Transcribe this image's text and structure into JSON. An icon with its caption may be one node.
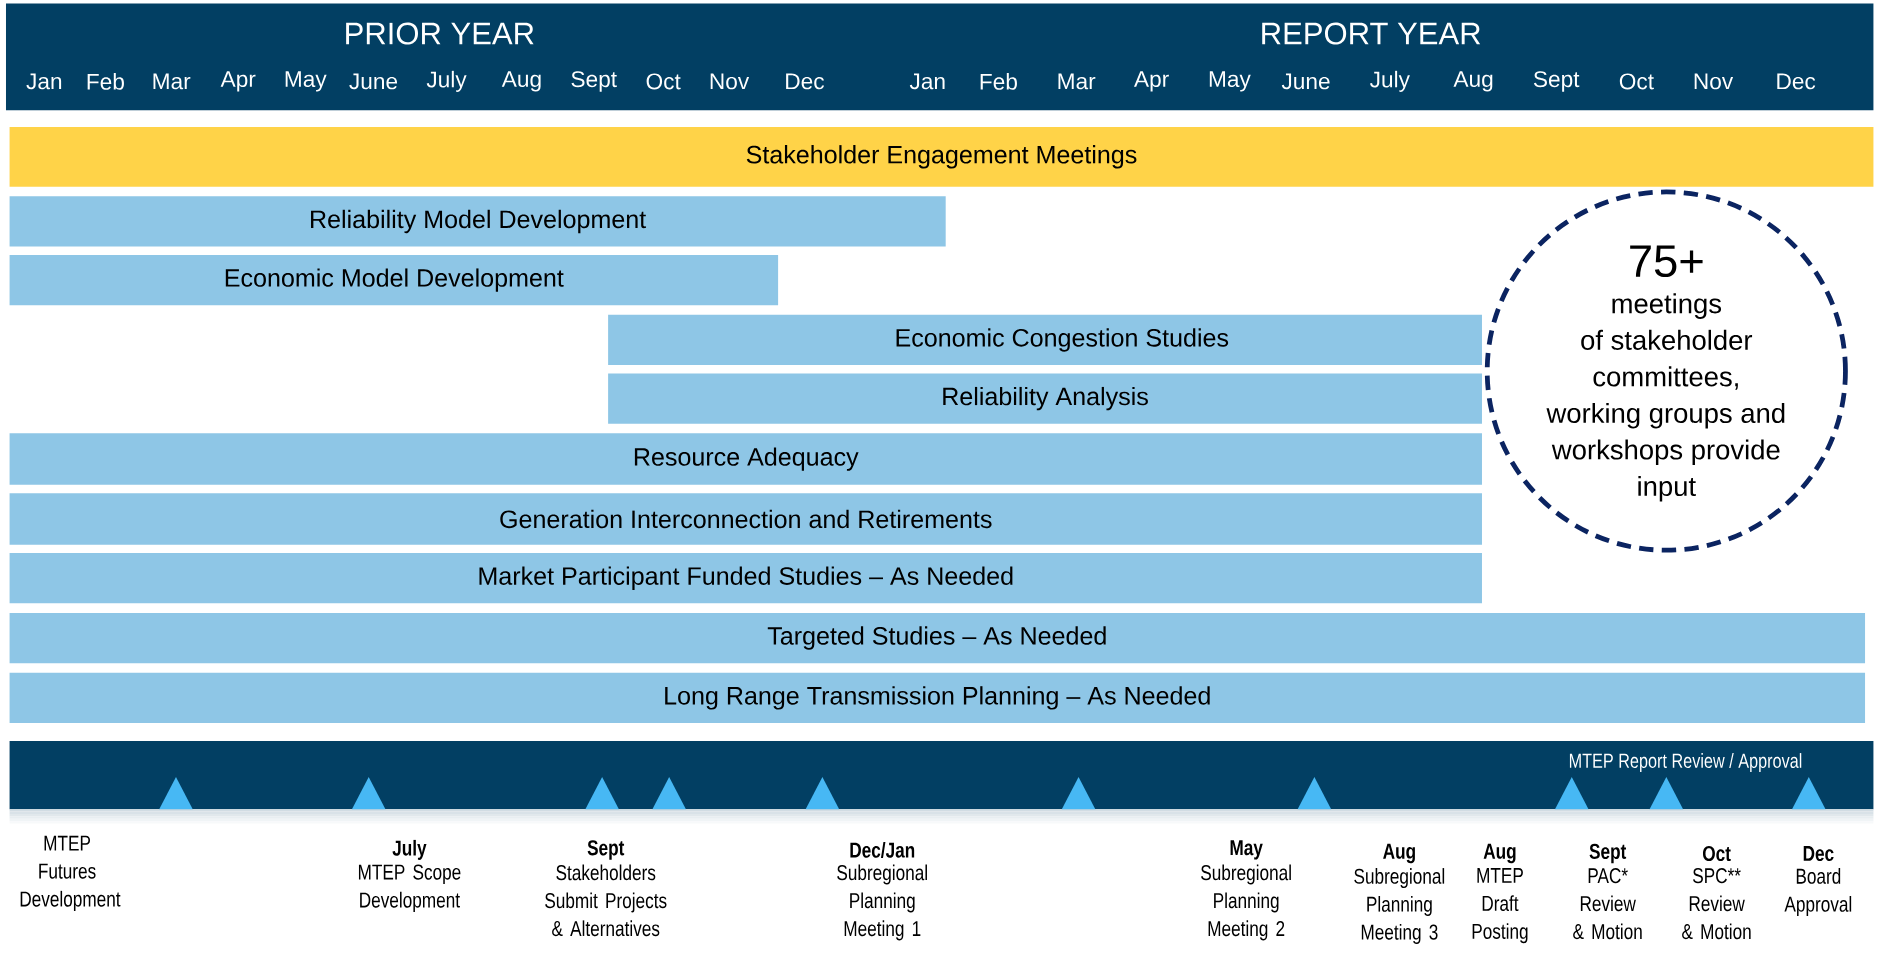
{
  "diagram": {
    "nodes": [
      {
        "text": [
          "Stakeholder Engagement Meetings"
        ]
      },
      {
        "text": [
          "Reliability Model Development"
        ]
      },
      {
        "text": [
          "Economic Model Development"
        ]
      },
      {
        "text": [
          "Economic Congestion Studies"
        ]
      },
      {
        "text": [
          "Reliability Analysis"
        ]
      },
      {
        "text": [
          "Resource Adequacy"
        ]
      },
      {
        "text": [
          "Generation Interconnection and Retirements"
        ]
      },
      {
        "text": [
          "Market Participant Funded Studies – As Needed"
        ]
      },
      {
        "text": [
          "Targeted Studies – As Needed"
        ]
      },
      {
        "text": [
          "Long Range Transmission Planning – As Needed"
        ]
      },
      {
        "text": [
          "75+",
          "meetings of stakeholder committees, working groups and workshops provide input"
        ]
      }
    ],
    "labels": [
      "PRIOR YEAR",
      "REPORT YEAR",
      "Jan",
      "Feb",
      "Mar",
      "Apr",
      "May",
      "June",
      "July",
      "Aug",
      "Sept",
      "Oct",
      "Nov",
      "Dec",
      "Jan",
      "Feb",
      "Mar",
      "Apr",
      "May",
      "June",
      "July",
      "Aug",
      "Sept",
      "Oct",
      "Nov",
      "Dec",
      "MTEP Report Review / Approval",
      "MTEP Futures Development",
      "July",
      "MTEP Scope Development",
      "Sept",
      "Stakeholders Submit Projects & Alternatives",
      "Dec/Jan",
      "Subregional Planning Meeting 1",
      "May",
      "Subregional Planning Meeting 2",
      "Aug",
      "Subregional Planning Meeting 3",
      "Aug",
      "MTEP Draft Posting",
      "Sept",
      "PAC* Review & Motion",
      "Oct",
      "SPC** Review & Motion",
      "Dec",
      "Board Approval"
    ]
  }
}
